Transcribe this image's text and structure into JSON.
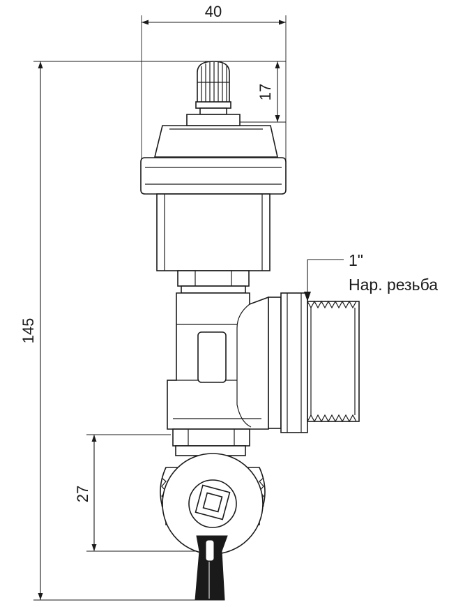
{
  "dimensions": {
    "width": "40",
    "cap_height": "17",
    "total_height": "145",
    "lower_height": "27"
  },
  "callout": {
    "size": "1\"",
    "thread_label": "Нар. резьба"
  }
}
